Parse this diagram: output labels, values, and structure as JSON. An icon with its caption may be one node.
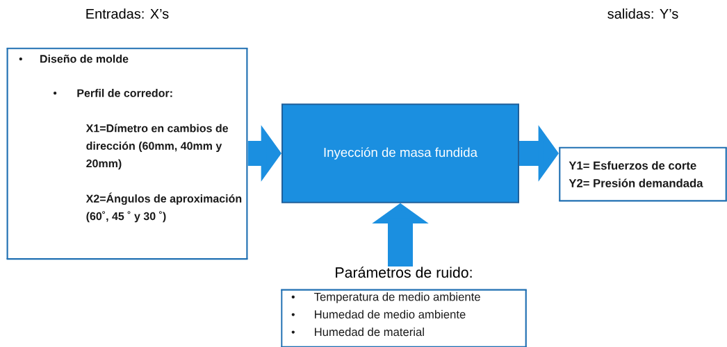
{
  "diagram": {
    "nodes": [
      {
        "text": [
          "Entradas: X’s",
          "Diseño de molde",
          "Perfil de corredor:",
          "X1=Dímetro en cambios de dirección (60mm, 40mm y 20mm)",
          "X2=Ángulos de aproximación (60˚, 45 ˚ y 30 ˚)"
        ]
      },
      {
        "text": [
          "Inyección de masa fundida"
        ]
      },
      {
        "text": [
          "salidas: Y’s",
          "Y1= Esfuerzos de corte",
          "Y2= Presión demandada"
        ]
      },
      {
        "text": [
          "Parámetros de ruido:",
          "Temperatura de medio ambiente",
          "Humedad de medio ambiente",
          "Humedad de material"
        ]
      }
    ],
    "edges": [
      {
        "from": 0,
        "to": 1,
        "arrow": "to"
      },
      {
        "from": 1,
        "to": 2,
        "arrow": "to"
      },
      {
        "from": 3,
        "to": 1,
        "arrow": "to"
      }
    ]
  }
}
